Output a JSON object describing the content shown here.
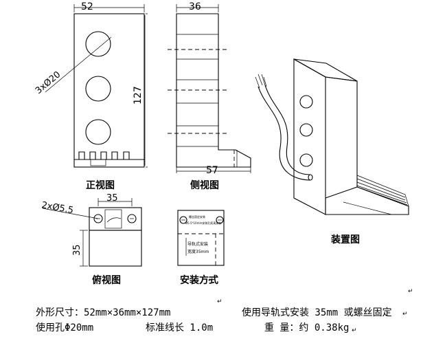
{
  "front_view": {
    "caption": "正视图",
    "dim_width": "52",
    "dim_height": "127",
    "dim_hole": "3xØ20"
  },
  "side_view": {
    "caption": "侧视图",
    "dim_width": "36",
    "dim_bottom": "57"
  },
  "top_view": {
    "caption": "俯视图",
    "dim_width": "35",
    "dim_height": "35",
    "dim_hole": "2xØ5.5"
  },
  "mount_view": {
    "caption": "安装方式",
    "label_line1": "螺丝固定安装",
    "label_line2": "Ø5.5*10mm安装孔距离安装",
    "rail_line1": "导轨式安装",
    "rail_line2": "宽度35mm"
  },
  "iso_view": {
    "caption": "装置图"
  },
  "specs": {
    "dimensions": "外形尺寸：52mm×36mm×127mm",
    "mounting": "使用导轨式安装 35mm 或螺丝固定",
    "hole": "使用孔Φ20mm",
    "cable": "标准线长 1.0m",
    "weight": "重 量：约 0.38kg"
  },
  "return_mark": "↵"
}
